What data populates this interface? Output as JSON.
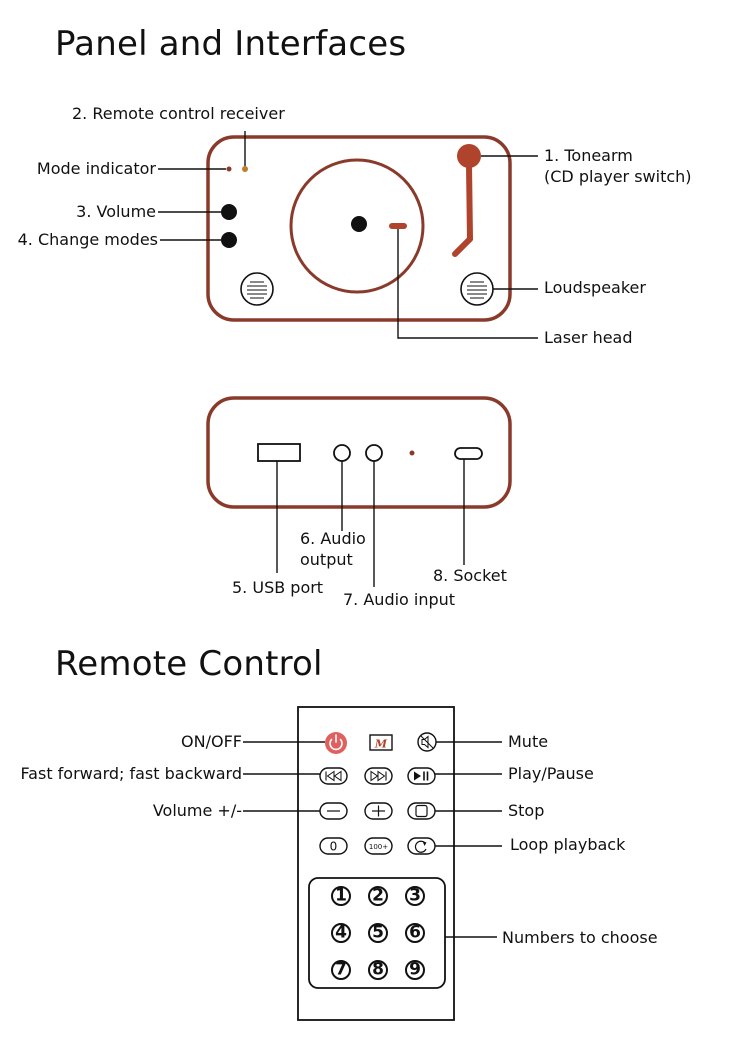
{
  "headings": {
    "panel": "Panel and Interfaces",
    "remote": "Remote Control"
  },
  "panel_labels": {
    "remote_receiver": "2. Remote control receiver",
    "mode_indicator": "Mode indicator",
    "volume": "3. Volume",
    "change_modes": "4. Change modes",
    "tonearm": "1. Tonearm",
    "tonearm_sub": "(CD player switch)",
    "loudspeaker": "Loudspeaker",
    "laser_head": "Laser head"
  },
  "back_labels": {
    "audio_output": "6. Audio",
    "audio_output_2": "output",
    "socket": "8. Socket",
    "usb_port": "5. USB port",
    "audio_input": "7. Audio input"
  },
  "remote_labels": {
    "on_off": "ON/OFF",
    "fast_fwd_back": "Fast forward; fast backward",
    "volume": "Volume +/-",
    "mute": "Mute",
    "play_pause": "Play/Pause",
    "stop": "Stop",
    "loop": "Loop playback",
    "numbers": "Numbers to choose"
  },
  "remote_keys": {
    "mode_key": "M",
    "zero": "0",
    "hundred": "100+",
    "digits": [
      "1",
      "2",
      "3",
      "4",
      "5",
      "6",
      "7",
      "8",
      "9"
    ]
  },
  "colors": {
    "device_brown": "#8a3a2a",
    "tonearm": "#b0432c",
    "indicator": "#c07a2a",
    "power": "#e06060",
    "ink": "#111111"
  }
}
